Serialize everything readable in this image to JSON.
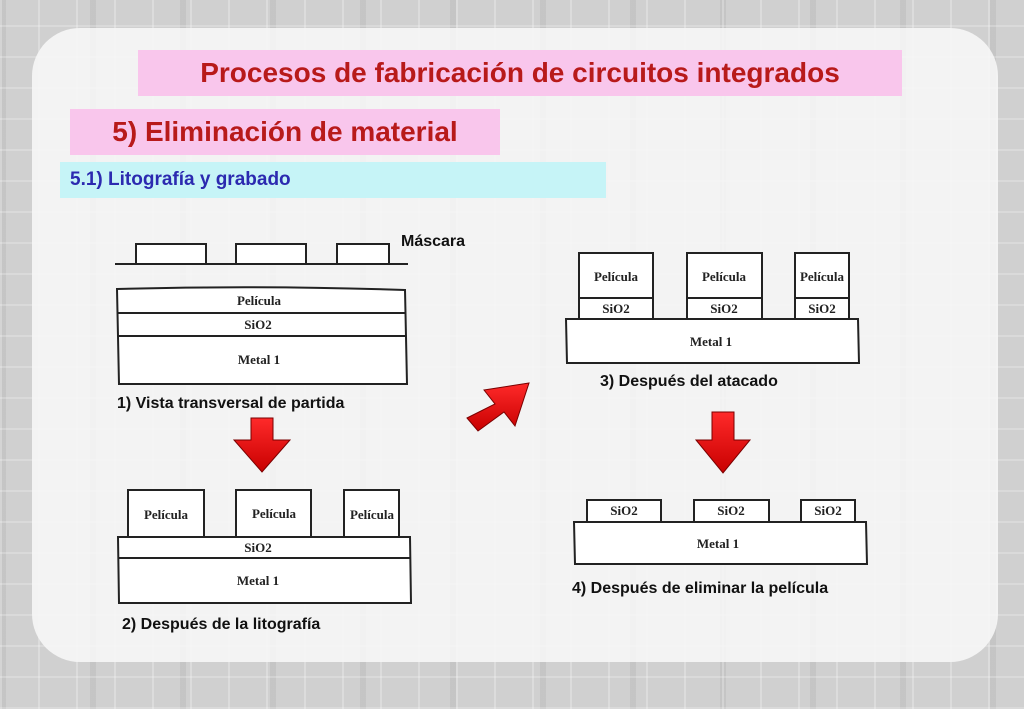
{
  "header": {
    "title": "Procesos de fabricación de circuitos integrados",
    "subtitle": "5) Eliminación de material",
    "section": "5.1) Litografía y grabado"
  },
  "diagram": {
    "mask_label": "Máscara",
    "layers": {
      "pelicula": "Película",
      "sio2": "SiO2",
      "metal": "Metal 1"
    },
    "steps": [
      "1) Vista transversal de partida",
      "2) Después de la litografía",
      "3) Después del atacado",
      "4) Después de eliminar la película"
    ]
  },
  "colors": {
    "title_bg": "#f9c6ec",
    "title_text": "#b81a1a",
    "section_bg": "#c6f4f7",
    "section_text": "#2c2ab0",
    "arrow": "#e01010"
  }
}
